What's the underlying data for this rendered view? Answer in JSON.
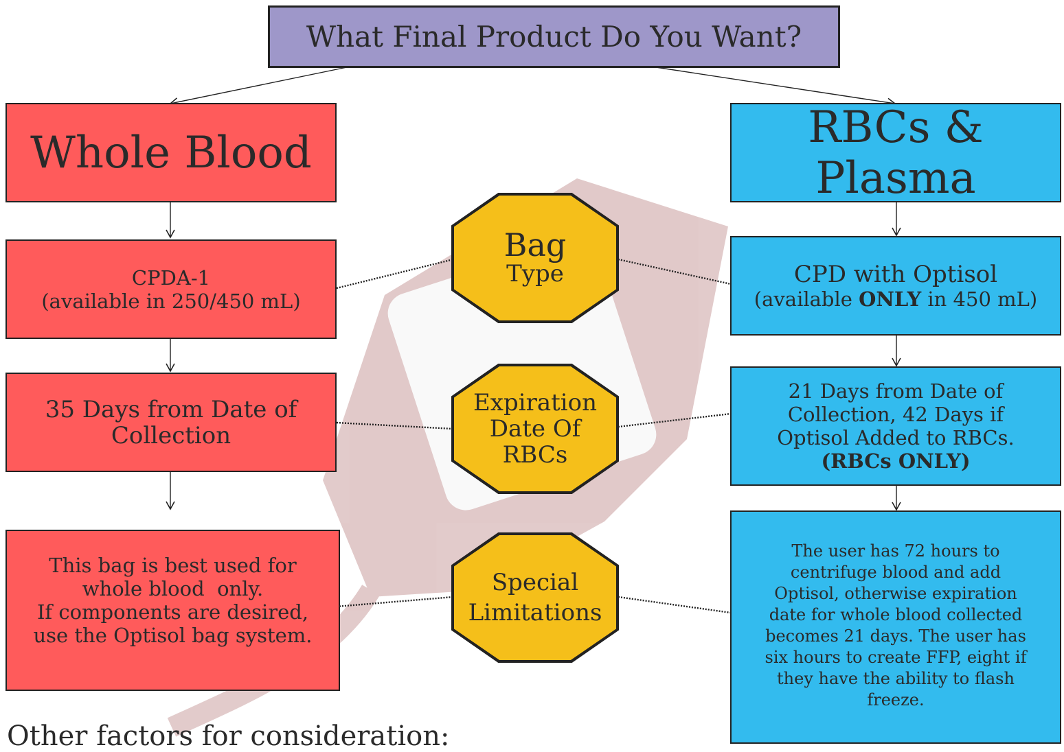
{
  "header": {
    "title": "What Final Product Do You Want?"
  },
  "left": {
    "title": "Whole Blood",
    "bag_name": "CPDA-1",
    "bag_sizes": "(available in 250/450 mL)",
    "expiration_line1": "35 Days from Date of",
    "expiration_line2": "Collection",
    "limit_line1": "This bag is best used for",
    "limit_line2": "whole blood  only.",
    "limit_line3": "If components are desired,",
    "limit_line4": "use the Optisol bag system."
  },
  "right": {
    "title": "RBCs & Plasma",
    "bag_name": "CPD with Optisol",
    "bag_sizes_pre": "(available ",
    "bag_sizes_bold": "ONLY",
    "bag_sizes_post": " in 450 mL)",
    "expiration_line1": "21 Days from Date of",
    "expiration_line2": "Collection, 42 Days if",
    "expiration_line3": "Optisol Added to RBCs.",
    "expiration_bold": "(RBCs ONLY)",
    "limit_line1": "The user has 72 hours to",
    "limit_line2": "centrifuge blood and add",
    "limit_line3": "Optisol, otherwise expiration",
    "limit_line4": "date for whole blood collected",
    "limit_line5": "becomes 21 days. The user has",
    "limit_line6": "six hours to create FFP, eight if",
    "limit_line7": "they have the ability to flash",
    "limit_line8": "freeze."
  },
  "middle": {
    "bag_type_line1": "Bag",
    "bag_type_line2": "Type",
    "expiration_line1": "Expiration",
    "expiration_line2": "Date Of",
    "expiration_line3": "RBCs",
    "special_line1": "Special",
    "special_line2": "Limitations"
  },
  "footer": {
    "other_factors": "Other factors for consideration:"
  },
  "colors": {
    "header_fill": "#9e97c9",
    "left_fill": "#ff5b5b",
    "right_fill": "#33bbee",
    "middle_fill": "#f5bf1a"
  }
}
